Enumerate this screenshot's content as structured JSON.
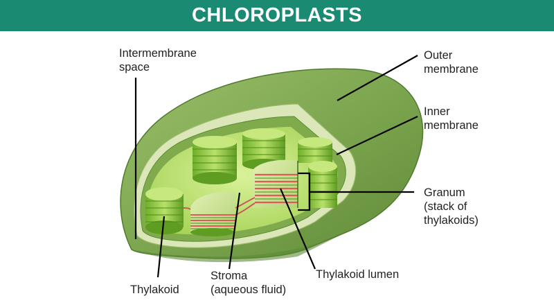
{
  "title": "CHLOROPLASTS",
  "labels": {
    "intermembrane_space": [
      "Intermembrane",
      "space"
    ],
    "outer_membrane": [
      "Outer",
      "membrane"
    ],
    "inner_membrane": [
      "Inner",
      "membrane"
    ],
    "granum": [
      "Granum",
      "(stack of",
      "thylakoids)"
    ],
    "thylakoid": [
      "Thylakoid"
    ],
    "stroma": [
      "Stroma",
      "(aqueous fluid)"
    ],
    "thylakoid_lumen": [
      "Thylakoid lumen"
    ]
  },
  "colors": {
    "title_bar": "#1a8a72",
    "outer_membrane": "#6e9a43",
    "inner_membrane": "#d8e4b6",
    "stroma": "#c5e57a",
    "thylakoid": "#8dc63f",
    "lumen_stripe": "#e05a5a",
    "leader_line": "#000000"
  }
}
